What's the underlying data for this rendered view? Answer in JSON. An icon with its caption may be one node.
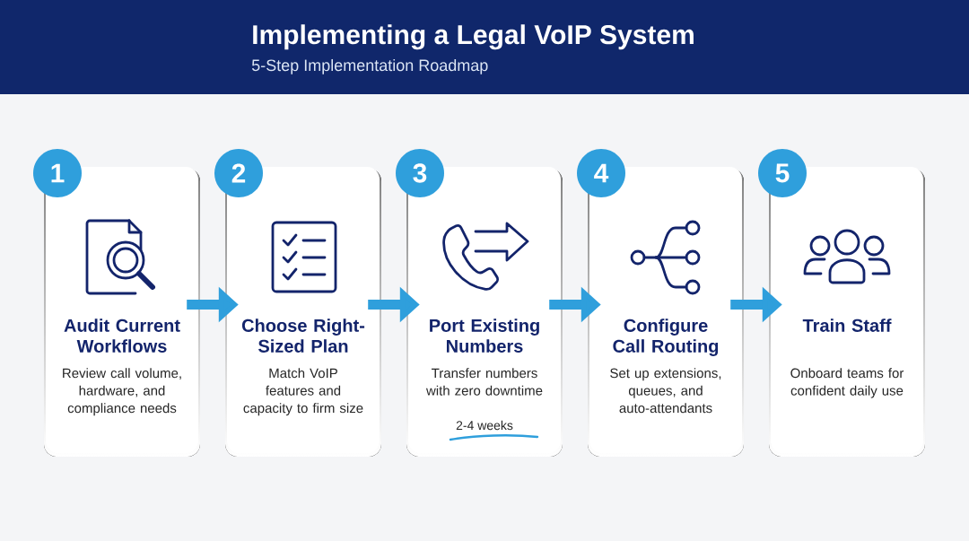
{
  "diagram": {
    "title": "Implementing a Legal VoIP System",
    "nodes": [
      {
        "text": [
          "1"
        ]
      },
      {
        "text": [
          "Audit Current Workflows",
          "Review call volume, hardware, and compliance needs"
        ]
      },
      {
        "text": [
          "2"
        ]
      },
      {
        "text": [
          "Choose Right-Sized Plan",
          "Match VoIP features and capacity to firm size"
        ]
      },
      {
        "text": [
          "3"
        ]
      },
      {
        "text": [
          "Port Existing Numbers",
          "Transfer numbers with zero downtime",
          "2-4 weeks"
        ]
      },
      {
        "text": [
          "4"
        ]
      },
      {
        "text": [
          "Configure Call Routing",
          "Set up extensions, queues, and auto-attendants"
        ]
      },
      {
        "text": [
          "5"
        ]
      },
      {
        "text": [
          "Train Staff",
          "Onboard teams for confident daily use"
        ]
      }
    ],
    "edges": [
      {
        "from": 1,
        "to": 3,
        "arrow": "to"
      },
      {
        "from": 3,
        "to": 5,
        "arrow": "to"
      },
      {
        "from": 5,
        "to": 7,
        "arrow": "to"
      },
      {
        "from": 7,
        "to": 9,
        "arrow": "to"
      }
    ],
    "labels": [
      "5-Step Implementation Roadmap"
    ]
  }
}
